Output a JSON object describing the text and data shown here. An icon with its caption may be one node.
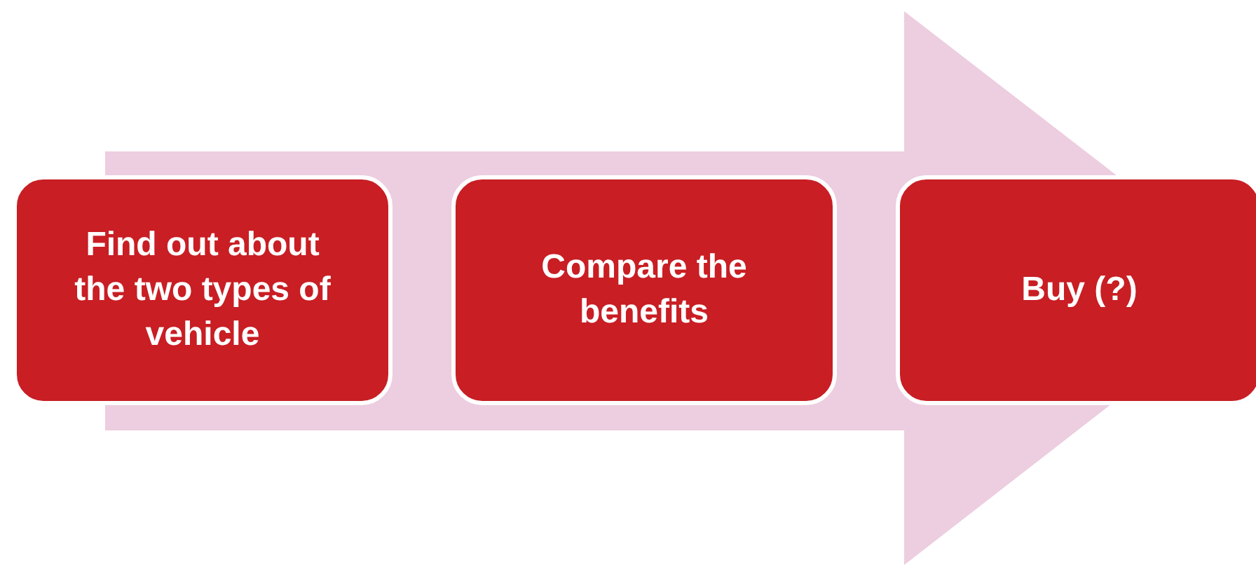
{
  "diagram": {
    "nodes": [
      {
        "text": [
          "Find out about the two types of vehicle"
        ]
      },
      {
        "text": [
          "Compare the benefits"
        ]
      },
      {
        "text": [
          "Buy (?)"
        ]
      }
    ],
    "edges": [
      {
        "from": 0,
        "to": 2,
        "arrow": "to"
      }
    ]
  }
}
